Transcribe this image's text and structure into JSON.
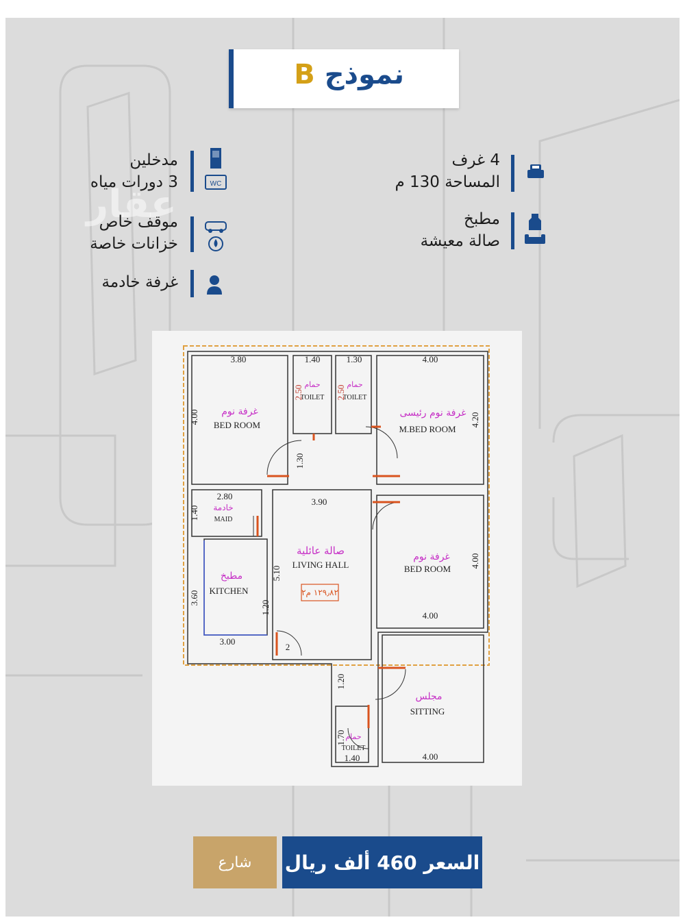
{
  "title": {
    "prefix": "نموذج",
    "letter": "B"
  },
  "features_right": [
    {
      "line1": "4 غرف",
      "line2": "المساحة 130 م",
      "icon": "bed-icon"
    },
    {
      "line1": "مطبخ",
      "line2": "صالة معيشة",
      "icon": "kitchen-sofa-icon"
    }
  ],
  "features_left": [
    {
      "line1": "مدخلين",
      "line2": "3 دورات مياه",
      "icon": "door-wc-icon"
    },
    {
      "line1": "موقف خاص",
      "line2": "خزانات خاصة",
      "icon": "car-tank-icon"
    },
    {
      "line1": "غرفة خادمة",
      "icon": "person-icon"
    }
  ],
  "watermark": "عقار",
  "floorplan": {
    "rooms": {
      "bed_left": {
        "ar": "غرفة نوم",
        "en": "BED ROOM"
      },
      "toilet_a": {
        "ar": "حمام",
        "en": "TOILET"
      },
      "toilet_b": {
        "ar": "حمام",
        "en": "TOILET"
      },
      "master": {
        "ar": "غرفة نوم رئيسى",
        "en": "M.BED ROOM"
      },
      "maid": {
        "ar": "خادمة",
        "en": "MAID"
      },
      "living": {
        "ar": "صالة عائلية",
        "en": "LIVING HALL",
        "area": "١٢٩٫٨٢ م٢"
      },
      "kitchen": {
        "ar": "مطبخ",
        "en": "KITCHEN"
      },
      "bed_right": {
        "ar": "غرفة نوم",
        "en": "BED ROOM"
      },
      "sitting": {
        "ar": "مجلس",
        "en": "SITTING"
      },
      "toilet_c": {
        "ar": "حمام",
        "en": "TOILET"
      }
    },
    "dims": {
      "d380": "3.80",
      "d140a": "1.40",
      "d130a": "1.30",
      "d400a": "4.00",
      "d400v": "4.00",
      "d250a": "2.50",
      "d250b": "2.50",
      "d420": "4.20",
      "d130v": "1.30",
      "d280": "2.80",
      "d140v": "1.40",
      "d390": "3.90",
      "d510": "5.10",
      "d400v2": "4.00",
      "d360": "3.60",
      "d120a": "1.20",
      "d400b": "4.00",
      "d300": "3.00",
      "d2": "2",
      "d120b": "1.20",
      "d170": "1.70",
      "d140b": "1.40",
      "d400c": "4.00"
    }
  },
  "buttons": {
    "street": "شارع",
    "price": "السعر 460 ألف ريال"
  },
  "colors": {
    "brand_blue": "#1a4b8c",
    "gold": "#c8a46a",
    "panel_gray": "#dcdcdc",
    "plan_label": "#c62fc6",
    "door": "#d9531e"
  }
}
